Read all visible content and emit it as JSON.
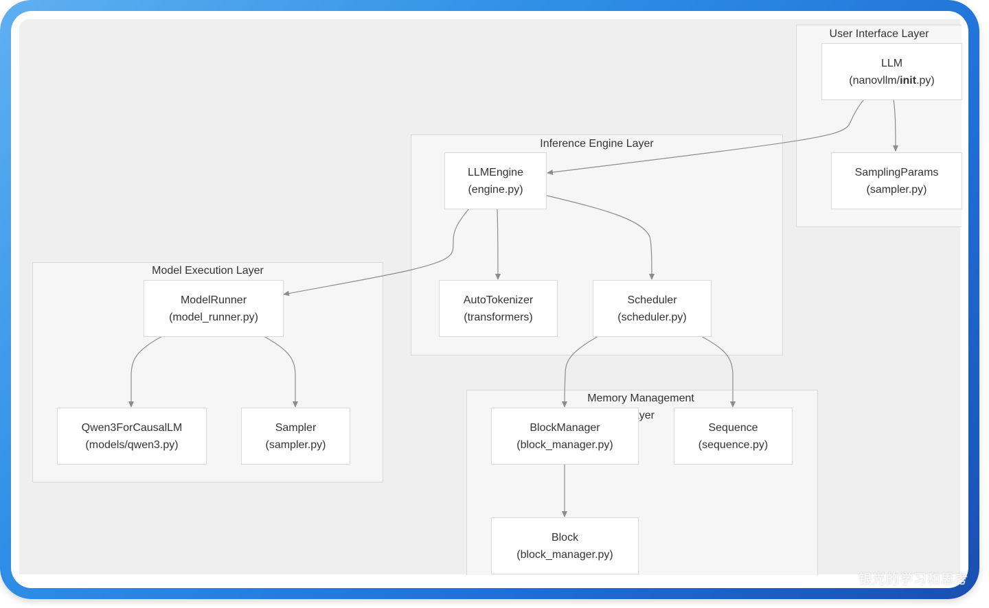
{
  "layers": {
    "user_interface": "User Interface Layer",
    "inference_engine": "Inference Engine Layer",
    "model_execution": "Model Execution Layer",
    "memory_management_line1": "Memory Management",
    "memory_management_line2": "Layer"
  },
  "nodes": {
    "llm": {
      "name": "LLM",
      "file_prefix": "(nanovllm/",
      "file_bold": "init",
      "file_suffix": ".py)"
    },
    "sampling_params": {
      "name": "SamplingParams",
      "file": "(sampler.py)"
    },
    "llm_engine": {
      "name": "LLMEngine",
      "file": "(engine.py)"
    },
    "auto_tokenizer": {
      "name": "AutoTokenizer",
      "file": "(transformers)"
    },
    "scheduler": {
      "name": "Scheduler",
      "file": "(scheduler.py)"
    },
    "model_runner": {
      "name": "ModelRunner",
      "file": "(model_runner.py)"
    },
    "qwen3": {
      "name": "Qwen3ForCausalLM",
      "file": "(models/qwen3.py)"
    },
    "sampler": {
      "name": "Sampler",
      "file": "(sampler.py)"
    },
    "block_manager": {
      "name": "BlockManager",
      "file": "(block_manager.py)"
    },
    "sequence": {
      "name": "Sequence",
      "file": "(sequence.py)"
    },
    "block": {
      "name": "Block",
      "file": "(block_manager.py)"
    }
  },
  "edges": [
    {
      "from": "LLM",
      "to": "LLMEngine"
    },
    {
      "from": "LLM",
      "to": "SamplingParams"
    },
    {
      "from": "LLMEngine",
      "to": "ModelRunner"
    },
    {
      "from": "LLMEngine",
      "to": "AutoTokenizer"
    },
    {
      "from": "LLMEngine",
      "to": "Scheduler"
    },
    {
      "from": "ModelRunner",
      "to": "Qwen3ForCausalLM"
    },
    {
      "from": "ModelRunner",
      "to": "Sampler"
    },
    {
      "from": "Scheduler",
      "to": "BlockManager"
    },
    {
      "from": "Scheduler",
      "to": "Sequence"
    },
    {
      "from": "BlockManager",
      "to": "Block"
    }
  ],
  "watermark": "银光的学习和思考",
  "colors": {
    "edge": "#8c8c8c",
    "frame_start": "#5fb0f0",
    "frame_end": "#1a4fb0"
  }
}
